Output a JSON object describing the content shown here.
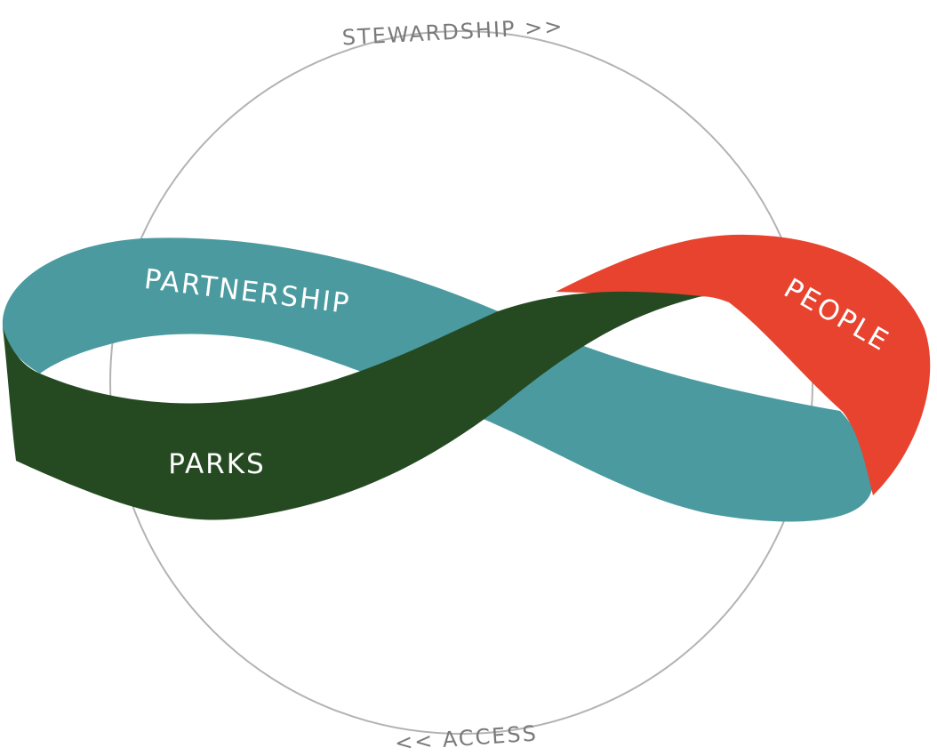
{
  "diagram": {
    "ring_labels": {
      "top": "STEWARDSHIP >>",
      "bottom": "<< ACCESS"
    },
    "band_labels": {
      "partnership": "PARTNERSHIP",
      "people": "PEOPLE",
      "parks": "PARKS"
    },
    "colors": {
      "partnership": "#4a9aa0",
      "people": "#e8432f",
      "parks": "#254a22",
      "ring": "#b3b3b3",
      "ring_text": "#7a7a7a"
    }
  }
}
